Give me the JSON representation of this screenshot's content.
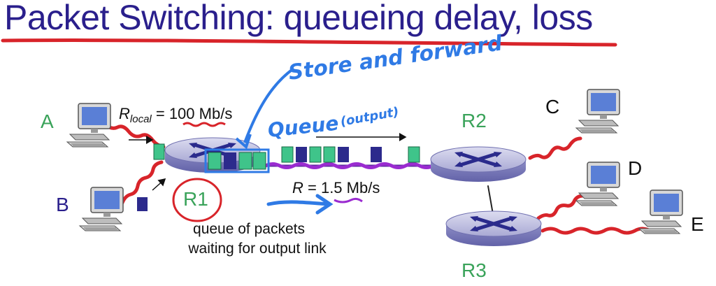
{
  "title": "Packet Switching: queueing delay, loss",
  "hosts": {
    "a": "A",
    "b": "B",
    "c": "C",
    "d": "D",
    "e": "E"
  },
  "routers": {
    "r1": "R1",
    "r2": "R2",
    "r3": "R3"
  },
  "rates": {
    "local_symbol": "R",
    "local_subscript": "local",
    "local_value": " = 100 Mb/s",
    "link_symbol": "R",
    "link_value": " = 1.5 Mb/s"
  },
  "caption": {
    "line1": "queue of packets",
    "line2": "waiting for output link"
  },
  "annotations": {
    "store_forward": "Store and forward",
    "queue": "Queue",
    "output": "(output)"
  },
  "colors": {
    "title": "#2a1f8c",
    "host_label_green": "#3aa35a",
    "host_label_dark": "#2a1f8c",
    "packet_green": "#3fc48a",
    "packet_blue": "#2c2a8c",
    "link_red": "#d8242a",
    "link_purple": "#9a2bd0",
    "annotation_blue": "#2f7ae5"
  }
}
